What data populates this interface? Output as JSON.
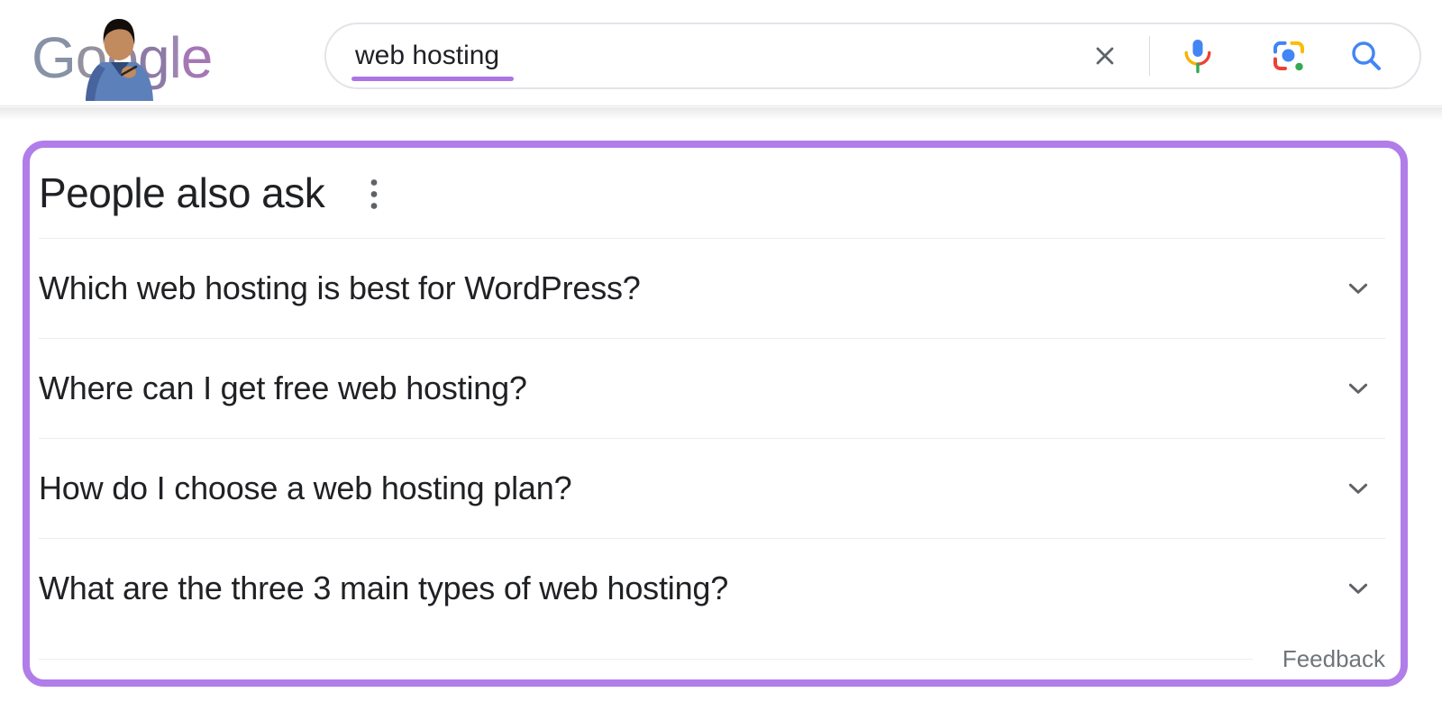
{
  "header": {
    "logo_letters": [
      "G",
      "o",
      "o",
      "g",
      "l",
      "e"
    ],
    "logo_name": "Google doodle logo with artist figure",
    "search": {
      "value": "web hosting"
    }
  },
  "paa": {
    "title": "People also ask",
    "questions": [
      "Which web hosting is best for WordPress?",
      "Where can I get free web hosting?",
      "How do I choose a web hosting plan?",
      "What are the three 3 main types of web hosting?"
    ],
    "feedback_label": "Feedback"
  },
  "icons": {
    "clear": "x-cross",
    "mic": "google-voice-microphone",
    "lens": "google-lens-camera",
    "search": "magnifier",
    "more_options": "vertical-kebab-dots",
    "expand": "chevron-down"
  },
  "colors": {
    "highlight_purple": "#b17de9",
    "query_underline_purple": "#ad74e3",
    "google_blue": "#4285f4",
    "google_red": "#ea4335",
    "google_yellow": "#fbbc04",
    "google_green": "#34a853",
    "icon_gray": "#5f6368",
    "text_dark": "#202124",
    "feedback_gray": "#70757a",
    "divider_gray": "#ecedef"
  }
}
